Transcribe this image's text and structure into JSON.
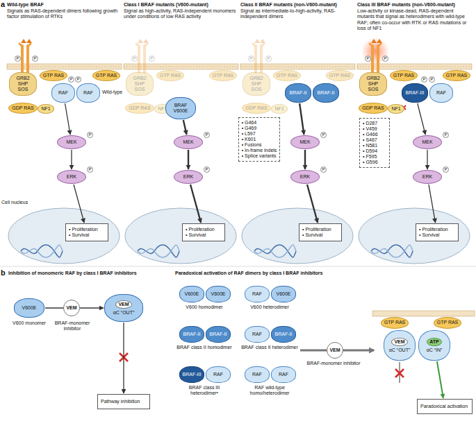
{
  "diagram": {
    "nodes": [
      {
        "text": [
          "GRB2",
          "SHP",
          "SOS"
        ]
      },
      {
        "text": [
          "GTP RAS"
        ]
      },
      {
        "text": [
          "GTP RAS"
        ]
      },
      {
        "text": [
          "GDP RAS"
        ]
      },
      {
        "text": [
          "NF1"
        ]
      },
      {
        "text": [
          "RAF"
        ]
      },
      {
        "text": [
          "RAF"
        ]
      },
      {
        "text": [
          "MEK"
        ]
      },
      {
        "text": [
          "ERK"
        ]
      },
      {
        "text": [
          "• Proliferation",
          "• Survival"
        ]
      },
      {
        "text": [
          "GRB2",
          "SHP",
          "SOS"
        ]
      },
      {
        "text": [
          "GTP RAS"
        ]
      },
      {
        "text": [
          "GTP RAS"
        ]
      },
      {
        "text": [
          "GDP RAS"
        ]
      },
      {
        "text": [
          "NF1"
        ]
      },
      {
        "text": [
          "BRAF V600E"
        ]
      },
      {
        "text": [
          "MEK"
        ]
      },
      {
        "text": [
          "ERK"
        ]
      },
      {
        "text": [
          "• Proliferation",
          "• Survival"
        ]
      },
      {
        "text": [
          "GRB2",
          "SHP",
          "SOS"
        ]
      },
      {
        "text": [
          "GTP RAS"
        ]
      },
      {
        "text": [
          "GTP RAS"
        ]
      },
      {
        "text": [
          "GDP RAS"
        ]
      },
      {
        "text": [
          "NF1"
        ]
      },
      {
        "text": [
          "• G464",
          "• G469",
          "• L597",
          "• K601",
          "• Fusions",
          "• In-frame indels",
          "• Splice variants"
        ]
      },
      {
        "text": [
          "BRAF-II"
        ]
      },
      {
        "text": [
          "BRAF-II"
        ]
      },
      {
        "text": [
          "MEK"
        ]
      },
      {
        "text": [
          "ERK"
        ]
      },
      {
        "text": [
          "• Proliferation",
          "• Survival"
        ]
      },
      {
        "text": [
          "GRB2",
          "SHP",
          "SOS"
        ]
      },
      {
        "text": [
          "GTP RAS"
        ]
      },
      {
        "text": [
          "GTP RAS"
        ]
      },
      {
        "text": [
          "GDP RAS"
        ]
      },
      {
        "text": [
          "NF1"
        ]
      },
      {
        "text": [
          "BRAF-III"
        ]
      },
      {
        "text": [
          "RAF"
        ]
      },
      {
        "text": [
          "• D287",
          "• V459",
          "• G466",
          "• S467",
          "• N581",
          "• D594",
          "• F595",
          "• G596"
        ]
      },
      {
        "text": [
          "MEK"
        ]
      },
      {
        "text": [
          "ERK"
        ]
      },
      {
        "text": [
          "• Proliferation",
          "• Survival"
        ]
      },
      {
        "text": [
          "V600E"
        ]
      },
      {
        "text": [
          "VEM"
        ]
      },
      {
        "text": [
          "VEM",
          "αC “OUT”"
        ]
      },
      {
        "text": [
          "Pathway inhibition"
        ]
      },
      {
        "text": [
          "V600E"
        ]
      },
      {
        "text": [
          "V600E"
        ]
      },
      {
        "text": [
          "RAF"
        ]
      },
      {
        "text": [
          "V600E"
        ]
      },
      {
        "text": [
          "BRAF-II"
        ]
      },
      {
        "text": [
          "BRAF-II"
        ]
      },
      {
        "text": [
          "RAF"
        ]
      },
      {
        "text": [
          "BRAF-II"
        ]
      },
      {
        "text": [
          "BRAF-III"
        ]
      },
      {
        "text": [
          "RAF"
        ]
      },
      {
        "text": [
          "RAF"
        ]
      },
      {
        "text": [
          "RAF"
        ]
      },
      {
        "text": [
          "VEM"
        ]
      },
      {
        "text": [
          "GTP RAS"
        ]
      },
      {
        "text": [
          "GTP RAS"
        ]
      },
      {
        "text": [
          "VEM",
          "αC “OUT”"
        ]
      },
      {
        "text": [
          "ATP",
          "αC “IN”"
        ]
      },
      {
        "text": [
          "Paradoxical activation"
        ]
      }
    ],
    "edges": [
      {
        "from": 5,
        "to": 7,
        "arrow": "to"
      },
      {
        "from": 7,
        "to": 8,
        "arrow": "to"
      },
      {
        "from": 8,
        "to": 9,
        "arrow": "to"
      },
      {
        "from": 15,
        "to": 16,
        "arrow": "to"
      },
      {
        "from": 16,
        "to": 17,
        "arrow": "to"
      },
      {
        "from": 17,
        "to": 18,
        "arrow": "to"
      },
      {
        "from": 25,
        "to": 27,
        "arrow": "to"
      },
      {
        "from": 27,
        "to": 28,
        "arrow": "to"
      },
      {
        "from": 28,
        "to": 29,
        "arrow": "to"
      },
      {
        "from": 35,
        "to": 38,
        "arrow": "to"
      },
      {
        "from": 38,
        "to": 39,
        "arrow": "to"
      },
      {
        "from": 39,
        "to": 40,
        "arrow": "to"
      },
      {
        "from": 41,
        "to": 43,
        "arrow": "to"
      },
      {
        "from": 43,
        "to": 44,
        "arrow": "to"
      },
      {
        "from": 61,
        "to": 62,
        "arrow": "to"
      }
    ],
    "labels": [
      "a",
      "Wild-type BRAF",
      "Signals as RAS-dependent dimers following growth factor stimulation of RTKs",
      "Class I BRAF mutants (V600-mutant)",
      "Signal as high-activity, RAS-independent monomers under conditions of low RAS activity",
      "Class II BRAF mutants (non-V600-mutant)",
      "Signal as intermediate-to-high-activity, RAS-independent dimers",
      "Class III BRAF mutants (non-V600-mutant)",
      "Low-activity or kinase-dead, RAS-dependent mutants that signal as heterodimers with wild-type RAF; often co-occur with RTK or RAS mutations or loss of NF1",
      "P",
      "P",
      "P",
      "P",
      "Wild-type",
      "P",
      "P",
      "Cell nucleus",
      "P",
      "P",
      "P",
      "P",
      "P",
      "P",
      "P",
      "P",
      "P",
      "P",
      "P",
      "P",
      "P",
      "P",
      "b",
      "Inhibition of monomeric RAF by class I BRAF inhibitors",
      "V600 monomer",
      "BRAF-monomer inhibitor",
      "Paradoxical activation of RAF dimers by class I BRAF inhibitors",
      "V600 homodimer",
      "V600 heterodimer",
      "BRAF class II homodimer",
      "BRAF class II heterodimer",
      "BRAF class III heterodimerᵃ",
      "RAF wild-type homo/heterodimer",
      "BRAF-monomer inhibitor"
    ]
  }
}
